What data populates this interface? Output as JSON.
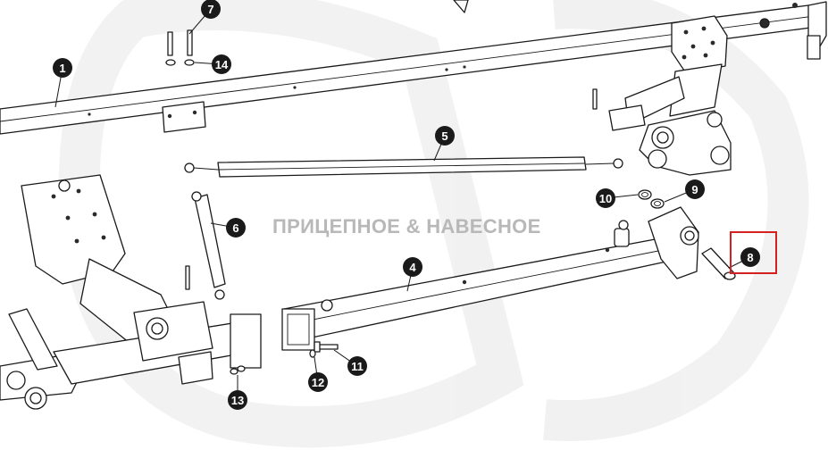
{
  "watermark": {
    "text": "ПРИЦЕПНОЕ & НАВЕСНОЕ"
  },
  "callouts": [
    {
      "id": "callout-1",
      "number": "1"
    },
    {
      "id": "callout-4",
      "number": "4"
    },
    {
      "id": "callout-5",
      "number": "5"
    },
    {
      "id": "callout-6",
      "number": "6"
    },
    {
      "id": "callout-7",
      "number": "7"
    },
    {
      "id": "callout-8",
      "number": "8"
    },
    {
      "id": "callout-9",
      "number": "9"
    },
    {
      "id": "callout-10",
      "number": "10"
    },
    {
      "id": "callout-11",
      "number": "11"
    },
    {
      "id": "callout-12",
      "number": "12"
    },
    {
      "id": "callout-13",
      "number": "13"
    },
    {
      "id": "callout-14",
      "number": "14"
    }
  ],
  "highlight_color": "#d42020",
  "callout_color": "#1a1a1a"
}
